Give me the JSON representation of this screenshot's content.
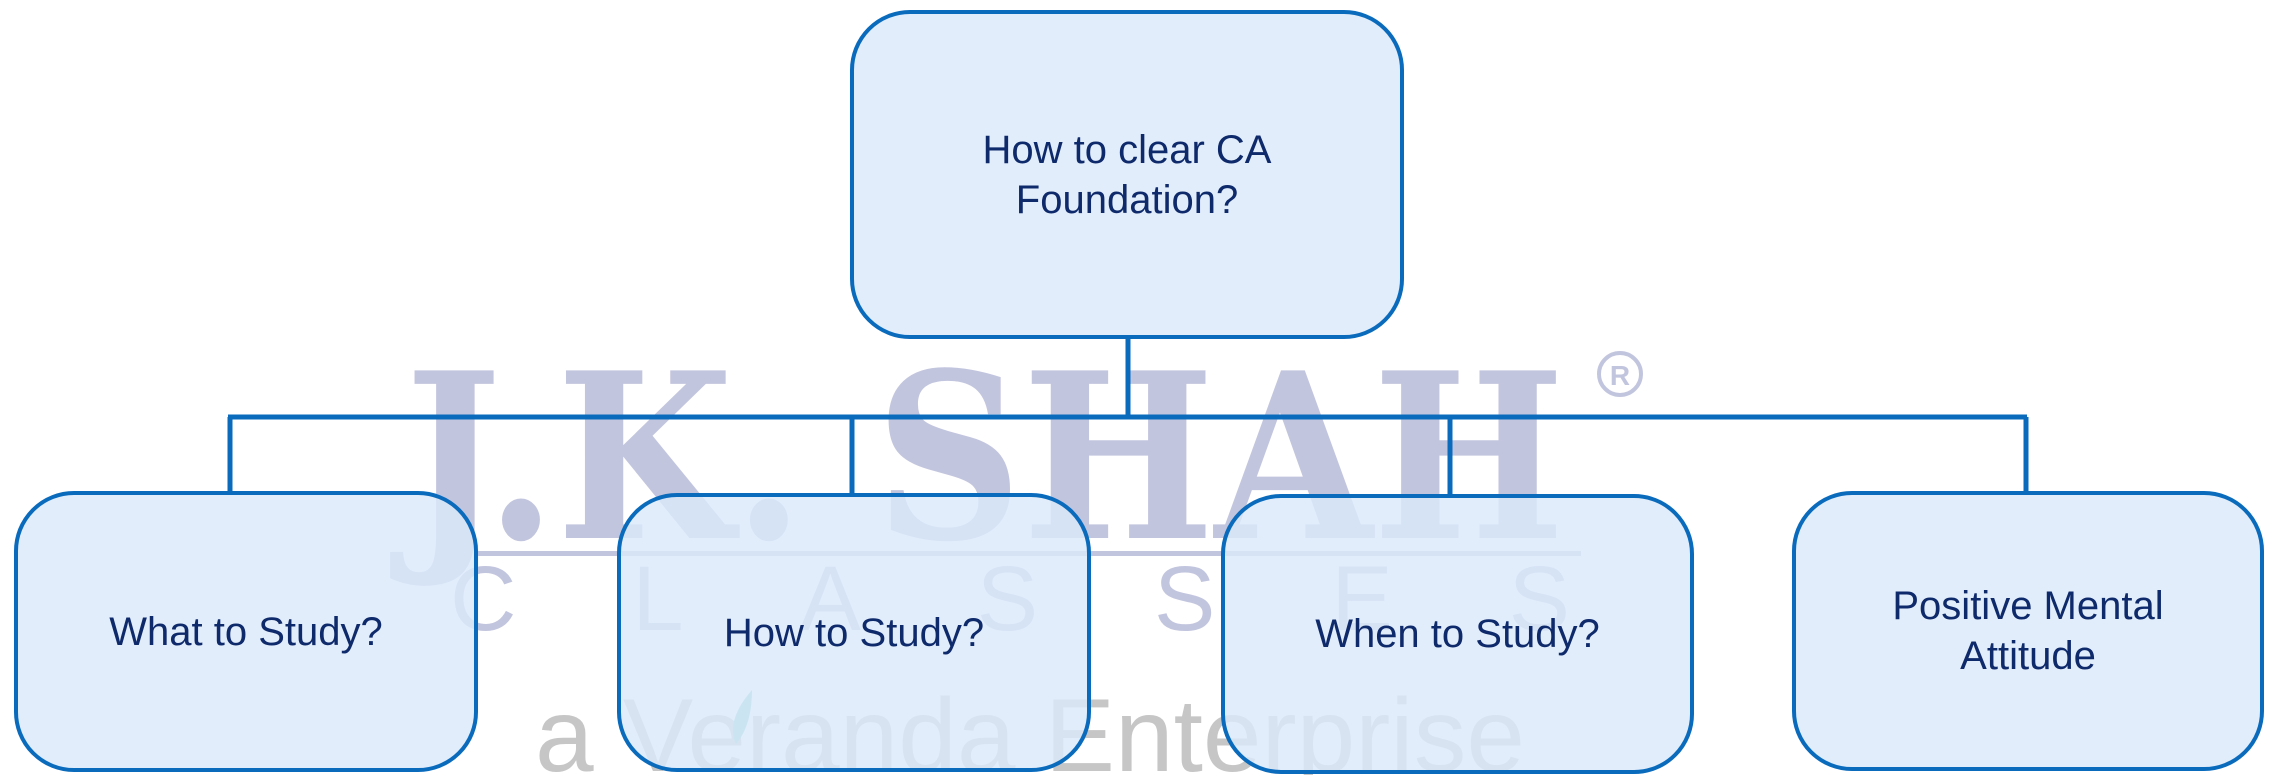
{
  "diagram": {
    "root": {
      "label": "How to clear CA Foundation?"
    },
    "children": [
      {
        "label": "What to Study?"
      },
      {
        "label": "How to Study?"
      },
      {
        "label": "When to Study?"
      },
      {
        "label": "Positive Mental Attitude"
      }
    ]
  },
  "watermark": {
    "brand": "J.K. SHAH",
    "registered": "R",
    "subline": "CLASSES",
    "tagline": "a Veranda Enterprise"
  },
  "colors": {
    "box_fill": "#dbe9fa",
    "box_border": "#0a6bbd",
    "connector": "#0a6bbd",
    "text": "#0f2a6b",
    "watermark_brand": "#c2c5de",
    "watermark_tagline": "#c6c6c6",
    "watermark_accent": "#7fd1c7"
  }
}
